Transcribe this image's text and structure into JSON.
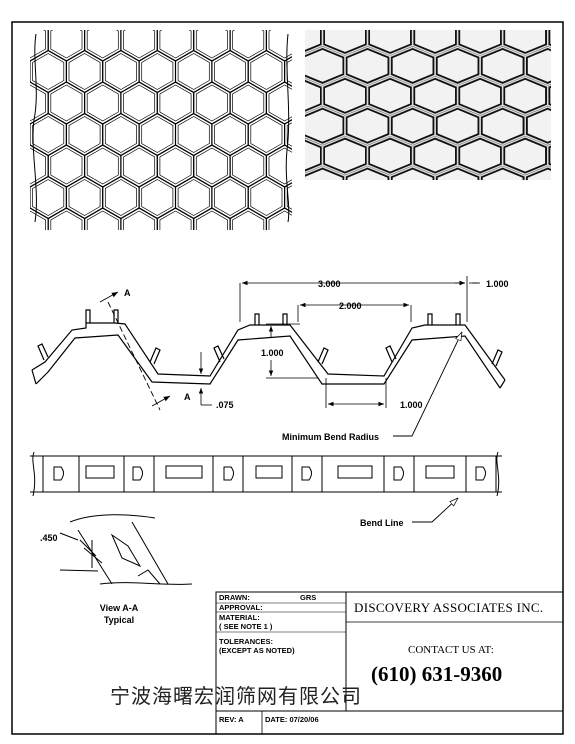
{
  "dimensions": {
    "d3000": "3.000",
    "d2000": "2.000",
    "d1000_top": "1.000",
    "d1000_height": "1.000",
    "d1000_bottom": "1.000",
    "d075": ".075",
    "d450": ".450"
  },
  "section_marks": {
    "a_top": "A",
    "a_bottom": "A"
  },
  "callouts": {
    "min_bend_radius": "Minimum Bend Radius",
    "bend_line": "Bend Line"
  },
  "view": {
    "line1": "View A-A",
    "line2": "Typical"
  },
  "title_block": {
    "drawn_label": "DRAWN:",
    "drawn_value": "GRS",
    "approval_label": "APPROVAL:",
    "material_label": "MATERIAL:",
    "material_note": "( SEE NOTE 1 )",
    "tolerances_label": "TOLERANCES:",
    "tolerances_note": "(EXCEPT AS NOTED)",
    "rev_label": "REV: A",
    "date_label": "DATE: 07/20/06",
    "company": "DISCOVERY ASSOCIATES INC.",
    "contact": "CONTACT US AT:",
    "phone": "(610) 631-9360"
  },
  "watermark": {
    "text": "宁波海曙宏润筛网有限公司"
  }
}
